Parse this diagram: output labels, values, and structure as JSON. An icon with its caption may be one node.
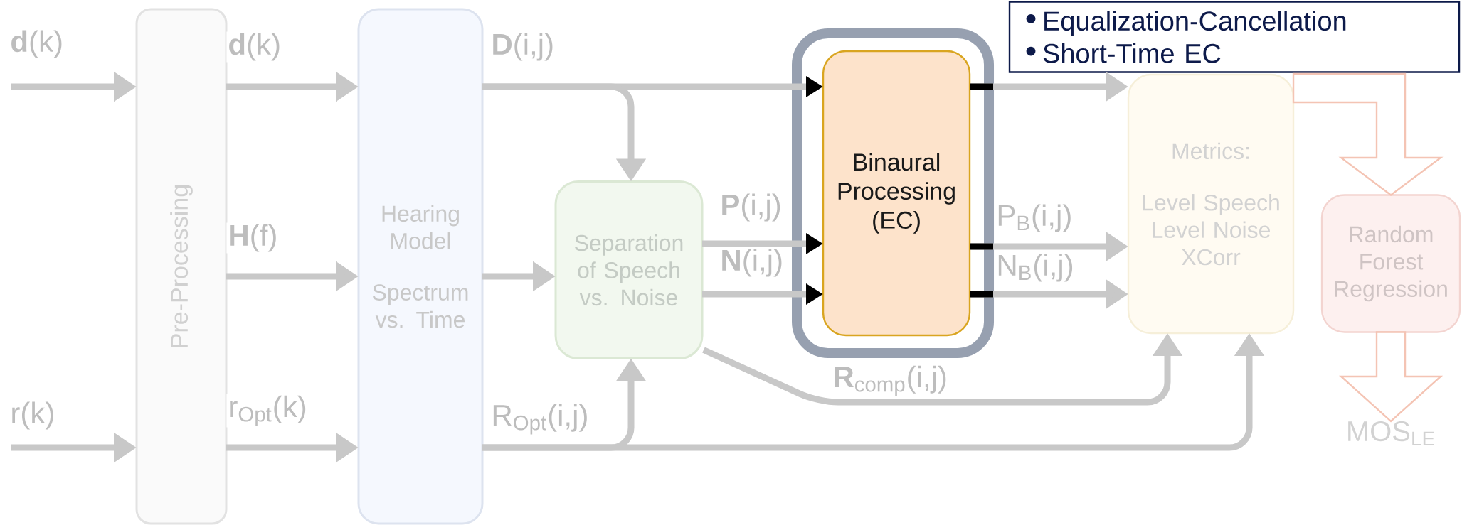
{
  "diagram": {
    "nodes": [
      {
        "text": [
          "Pre-Processing"
        ]
      },
      {
        "text": [
          "Hearing Model",
          "Spectrum vs. Time"
        ]
      },
      {
        "text": [
          "Separation of Speech vs. Noise"
        ]
      },
      {
        "text": [],
        "shape": "box"
      },
      {
        "text": [
          "Binaural Processing (EC)"
        ],
        "in": 3
      },
      {
        "text": [
          "Metrics:",
          "Level Speech Level Noise XCorr"
        ]
      },
      {
        "text": [
          "Random Forest Regression"
        ]
      },
      {
        "text": [
          "MOS$_{LE}$"
        ]
      },
      {
        "text": [
          "Equalization-Cancellation",
          "Short-Time EC"
        ]
      }
    ],
    "edges": [
      {
        "from": null,
        "to": 0,
        "arrow": "to",
        "label": "**d**(k)"
      },
      {
        "from": null,
        "to": 0,
        "arrow": "to",
        "label": "r(k)"
      },
      {
        "from": 0,
        "to": 1,
        "arrow": "to",
        "label": "**d**(k)"
      },
      {
        "from": 0,
        "to": 1,
        "arrow": "to",
        "label": "**H**(f)"
      },
      {
        "from": 0,
        "to": 1,
        "arrow": "to",
        "label": "r$_{Opt}$(k)"
      },
      {
        "from": 1,
        "to": 4,
        "arrow": "to",
        "label": "**D**(i,j)"
      },
      {
        "from": 1,
        "to": 2,
        "arrow": "to"
      },
      {
        "from": 1,
        "to": 2,
        "arrow": "to"
      },
      {
        "from": 1,
        "to": 2,
        "arrow": "to"
      },
      {
        "from": 1,
        "to": 5,
        "arrow": "to",
        "label": "R$_{Opt}$(i,j)"
      },
      {
        "from": 2,
        "to": 4,
        "arrow": "to",
        "label": "**P**(i,j)"
      },
      {
        "from": 2,
        "to": 4,
        "arrow": "to",
        "label": "**N**(i,j)"
      },
      {
        "from": 2,
        "to": 5,
        "arrow": "to",
        "label": "**R**$_{comp}$(i,j)"
      },
      {
        "from": 4,
        "to": 5,
        "arrow": "to"
      },
      {
        "from": 4,
        "to": 5,
        "arrow": "to",
        "label": "P$_{B}$(i,j)"
      },
      {
        "from": 4,
        "to": 5,
        "arrow": "to",
        "label": "N$_{B}$(i,j)"
      },
      {
        "from": 5,
        "to": 6,
        "arrow": "to",
        "style": "thick",
        "color": "#f4c4b4"
      },
      {
        "from": 6,
        "to": 7,
        "arrow": "to",
        "style": "thick",
        "color": "#f4c4b4"
      }
    ]
  }
}
